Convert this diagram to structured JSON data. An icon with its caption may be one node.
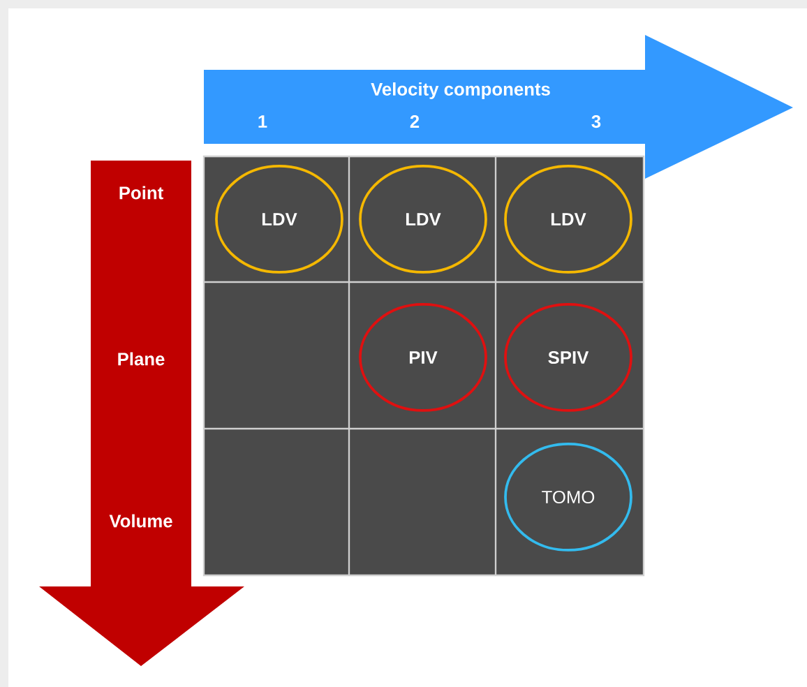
{
  "diagram": {
    "nodes": [
      {
        "text": [
          "Velocity components",
          "1",
          "2",
          "3"
        ]
      },
      {
        "text": [
          "Point",
          "Plane",
          "Volume"
        ]
      },
      {
        "text": [
          "LDV"
        ]
      },
      {
        "text": [
          "LDV"
        ]
      },
      {
        "text": [
          "LDV"
        ]
      },
      {
        "text": [
          "PIV"
        ]
      },
      {
        "text": [
          "SPIV"
        ]
      },
      {
        "text": [
          "TOMO"
        ]
      }
    ]
  }
}
